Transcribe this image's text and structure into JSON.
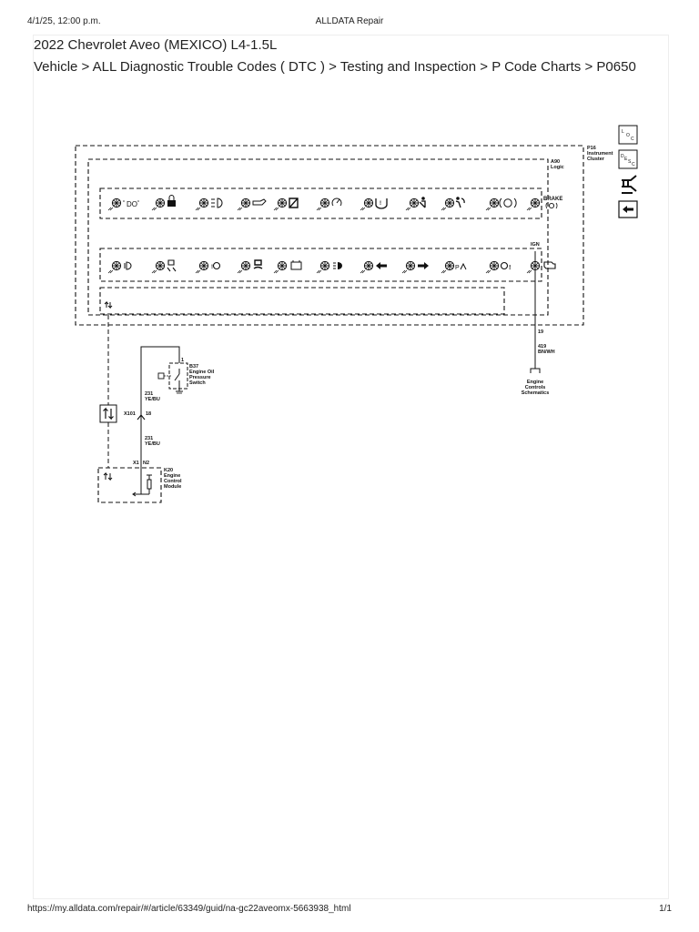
{
  "header": {
    "date": "4/1/25, 12:00 p.m.",
    "site": "ALLDATA Repair"
  },
  "page_title": "2022 Chevrolet Aveo (MEXICO) L4-1.5L",
  "breadcrumb": "Vehicle > ALL Diagnostic Trouble Codes ( DTC ) > Testing and Inspection > P Code Charts > P0650",
  "footer": {
    "url": "https://my.alldata.com/repair/#/article/63349/guid/na-gc22aveomx-5663938_html",
    "page": "1/1"
  },
  "diagram": {
    "modules": {
      "p16": {
        "id": "P16",
        "name_1": "Instrument",
        "name_2": "Cluster"
      },
      "a90": {
        "id": "A90",
        "name": "Logic"
      },
      "b37": {
        "id": "B37",
        "name_1": "Engine Oil",
        "name_2": "Pressure",
        "name_3": "Switch",
        "pin": "1"
      },
      "k20": {
        "id": "K20",
        "name_1": "Engine",
        "name_2": "Control",
        "name_3": "Module"
      }
    },
    "labels": {
      "brake": "BRAKE",
      "ign": "IGN",
      "pin_19": "19",
      "circuit_419": "419",
      "color_bn_wh": "BN/WH",
      "ref_1": "Engine",
      "ref_2": "Controls",
      "ref_3": "Schematics",
      "circuit_231_a": "231",
      "color_a": "YE/BU",
      "circuit_231_b": "231",
      "color_b": "YE/BU",
      "connector_x101": "X101",
      "pin_18": "18",
      "x1": "X1",
      "n2": "N2"
    },
    "side_icons": [
      "loc-icon",
      "desc-icon",
      "harness-icon",
      "back-arrow-icon"
    ],
    "row1_indicators": [
      "position-lamps-icon",
      "security-lock-icon",
      "front-fog-icon",
      "oil-can-icon",
      "check-engine-icon",
      "speedometer-icon",
      "tire-pressure-icon",
      "seatbelt-icon",
      "airbag-icon",
      "abs-icon",
      "brake-icon"
    ],
    "row2_indicators": [
      "low-beam-icon",
      "traction-off-icon",
      "power-steering-icon",
      "stability-icon",
      "battery-icon",
      "high-beam-icon",
      "left-turn-icon",
      "right-turn-icon",
      "park-assist-icon",
      "service-icon",
      "engine-icon"
    ]
  }
}
